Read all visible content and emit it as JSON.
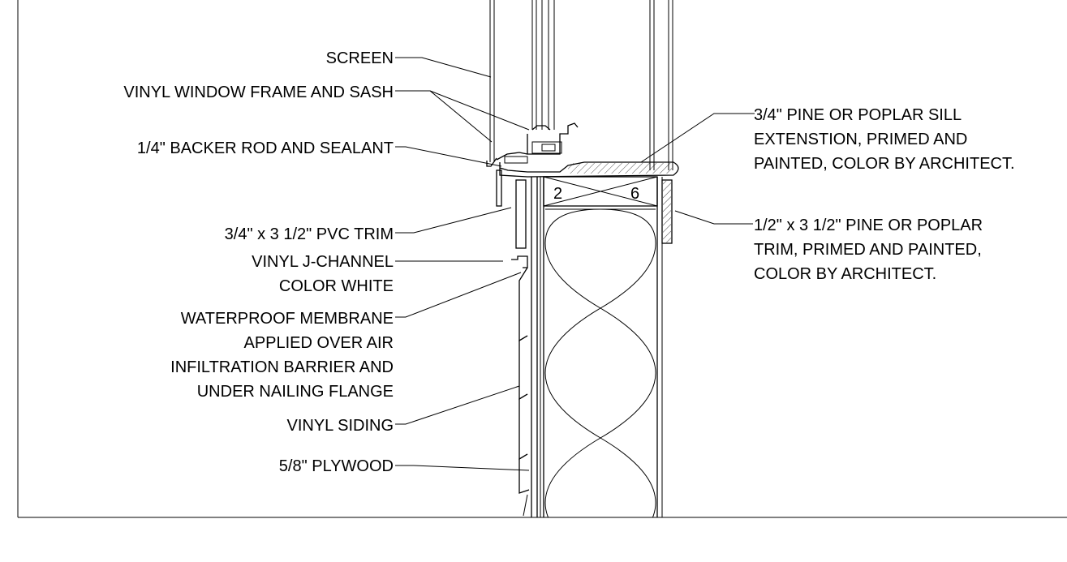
{
  "labels_left": [
    "SCREEN",
    "VINYL WINDOW FRAME AND SASH",
    "1/4\" BACKER ROD AND SEALANT",
    "3/4\" x 3 1/2\" PVC TRIM",
    "VINYL J-CHANNEL",
    "COLOR WHITE",
    "WATERPROOF MEMBRANE",
    "APPLIED OVER AIR",
    "INFILTRATION BARRIER AND",
    "UNDER NAILING FLANGE",
    "VINYL SIDING",
    "5/8\" PLYWOOD"
  ],
  "labels_right": [
    "3/4\" PINE OR POPLAR SILL",
    "EXTENSTION, PRIMED AND",
    "PAINTED, COLOR BY ARCHITECT.",
    "1/2\" x 3 1/2\" PINE OR POPLAR",
    "TRIM, PRIMED AND PAINTED,",
    "COLOR BY ARCHITECT."
  ],
  "lumber_tag": {
    "left": "2",
    "right": "6"
  }
}
